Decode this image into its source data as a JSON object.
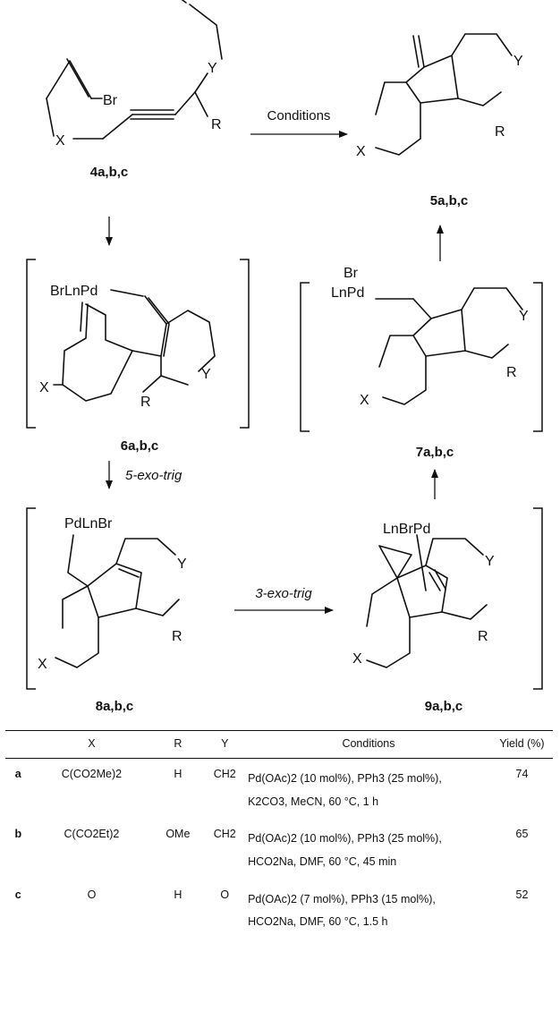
{
  "compounds": {
    "c4": "4a,b,c",
    "c5": "5a,b,c",
    "c6": "6a,b,c",
    "c7": "7a,b,c",
    "c8": "8a,b,c",
    "c9": "9a,b,c"
  },
  "atoms": {
    "br": "Br",
    "x": "X",
    "y": "Y",
    "r": "R",
    "pd6": "BrLnPd",
    "pd7_br": "Br",
    "pd7": "LnPd",
    "pd8": "PdLnBr",
    "pd9": "LnBrPd"
  },
  "arrows": {
    "main": "Conditions",
    "step_6_8": "5-exo-trig",
    "step_8_9": "3-exo-trig"
  },
  "table": {
    "headers": [
      "",
      "X",
      "R",
      "Y",
      "Conditions",
      "Yield (%)"
    ],
    "rows": [
      {
        "entry": "a",
        "x": "C(CO2Me)2",
        "r": "H",
        "y": "CH2",
        "conditions": "Pd(OAc)2 (10 mol%), PPh3 (25 mol%), K2CO3, MeCN, 60 °C, 1 h",
        "yield": "74"
      },
      {
        "entry": "b",
        "x": "C(CO2Et)2",
        "r": "OMe",
        "y": "CH2",
        "conditions": "Pd(OAc)2 (10 mol%), PPh3 (25 mol%), HCO2Na, DMF, 60 °C, 45 min",
        "yield": "65"
      },
      {
        "entry": "c",
        "x": "O",
        "r": "H",
        "y": "O",
        "conditions": "Pd(OAc)2 (7 mol%), PPh3 (15 mol%), HCO2Na, DMF, 60 °C, 1.5 h",
        "yield": "52"
      }
    ]
  }
}
